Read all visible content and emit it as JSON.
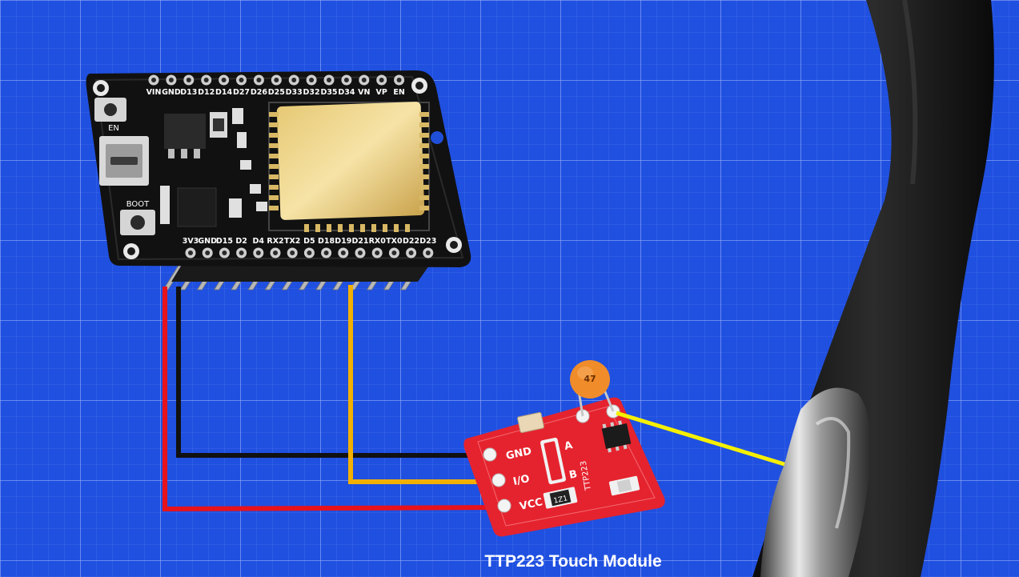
{
  "esp32": {
    "top_pins": [
      "VIN",
      "GND",
      "D13",
      "D12",
      "D14",
      "D27",
      "D26",
      "D25",
      "D33",
      "D32",
      "D35",
      "D34",
      "VN",
      "VP",
      "EN"
    ],
    "bottom_pins": [
      "3V3",
      "GND",
      "D15",
      "D2",
      "D4",
      "RX2",
      "TX2",
      "D5",
      "D18",
      "D19",
      "D21",
      "RX0",
      "TX0",
      "D22",
      "D23"
    ],
    "en_label": "EN",
    "boot_label": "BOOT"
  },
  "module": {
    "pin_labels": [
      "GND",
      "I/O",
      "VCC"
    ],
    "pad_a": "A",
    "pad_b": "B",
    "model": "TTP223",
    "capacitor_value": "47",
    "chip_marking": "1Z1",
    "caption": "TTP223 Touch Module"
  },
  "colors": {
    "background": "#2050e0",
    "board": "#111111",
    "module_pcb": "#e5232e",
    "wire_vcc": "#e8121b",
    "wire_gnd": "#111111",
    "wire_signal": "#f2b000",
    "wire_touch": "#f5f000"
  }
}
